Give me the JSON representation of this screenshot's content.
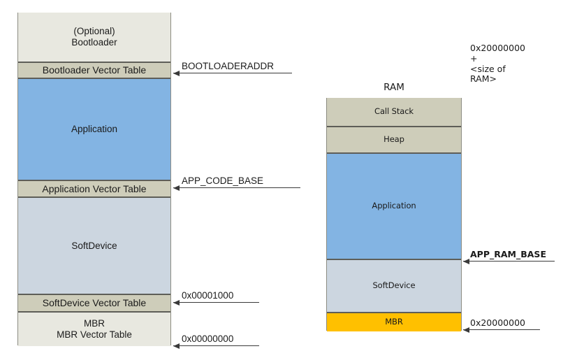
{
  "diagram": {
    "title": "nRF memory layout: Flash and RAM",
    "colors": {
      "offwhite": "#e8e8e0",
      "tan": "#cecdba",
      "blue": "#83b4e3",
      "softdevice": "#ccd6e0",
      "orange": "#ffc000",
      "border": "#5e5e58",
      "arrow": "#3a3a3a"
    }
  },
  "flash_column": {
    "blocks": [
      {
        "label": "(Optional)\nBootloader",
        "fill": "offwhite"
      },
      {
        "label": "Bootloader Vector Table",
        "fill": "tan"
      },
      {
        "label": "Application",
        "fill": "blue"
      },
      {
        "label": "Application Vector Table",
        "fill": "tan"
      },
      {
        "label": "SoftDevice",
        "fill": "softdevice"
      },
      {
        "label": "SoftDevice Vector Table",
        "fill": "tan"
      },
      {
        "label": "MBR\nMBR Vector Table",
        "fill": "offwhite"
      }
    ],
    "annotations": [
      {
        "text": "BOOTLOADERADDR"
      },
      {
        "text": "APP_CODE_BASE"
      },
      {
        "text": "0x00001000"
      },
      {
        "text": "0x00000000"
      }
    ]
  },
  "ram_column": {
    "heading": "RAM",
    "blocks": [
      {
        "label": "Call Stack",
        "fill": "tan"
      },
      {
        "label": "Heap",
        "fill": "tan"
      },
      {
        "label": "Application",
        "fill": "blue"
      },
      {
        "label": "SoftDevice",
        "fill": "softdevice"
      },
      {
        "label": "MBR",
        "fill": "orange"
      }
    ],
    "annotations": [
      {
        "text": "0x20000000 +\n<size of RAM>"
      },
      {
        "text": "APP_RAM_BASE"
      },
      {
        "text": "0x20000000"
      }
    ]
  }
}
